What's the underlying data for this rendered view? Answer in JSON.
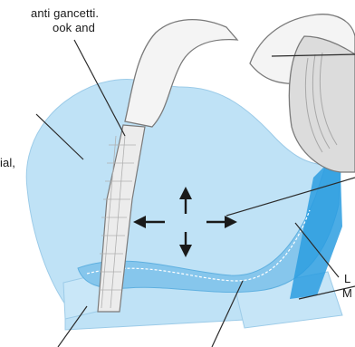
{
  "labels": {
    "hooks_line_1": "anti gancetti.",
    "hooks_line_2": "ook and",
    "material": "ial,",
    "lower_right_1": "L",
    "lower_right_2": "M"
  },
  "colors": {
    "fabric_light": "#bfe2f6",
    "fabric_mid": "#86c6ec",
    "fabric_dark": "#2c9ee0",
    "strap": "#f4f4f4",
    "outline": "#7a7a7a",
    "arrow": "#1a1a1a"
  },
  "icons": [
    "arrow-up-icon",
    "arrow-down-icon",
    "arrow-left-icon",
    "arrow-right-icon"
  ]
}
